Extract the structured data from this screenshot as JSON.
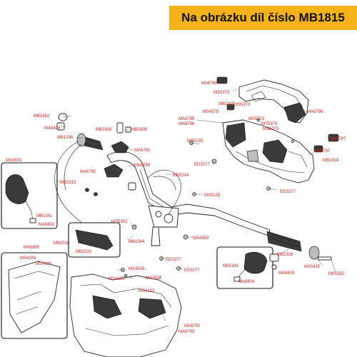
{
  "banner": {
    "text": "Na obrázku díl číslo MB1815",
    "color": "#f3b21a"
  },
  "labels": [
    "MA6786",
    "MS5373",
    "MB1815",
    "MS5373",
    "MS4378",
    "MA6798",
    "MA6795",
    "MA6796",
    "MS5373",
    "MS5373",
    "MS5373",
    "MA6787",
    "MB1652",
    "MA5426",
    "MB1838",
    "MB1838",
    "MB1336",
    "MA6791",
    "MS5135",
    "MA6797",
    "MB1818",
    "MA6801",
    "MA6790",
    "MB2314",
    "ED3277",
    "ED3277",
    "MA6789",
    "MB2313",
    "MS5135",
    "MB1341",
    "MA6802",
    "MS5152",
    "MB2316",
    "MB1544",
    "MB2315",
    "MS4359",
    "MA6800",
    "MS4193",
    "MS4193",
    "MB1328",
    "ED3277",
    "MA3538",
    "MB1341",
    "MS4193",
    "MA3538",
    "ED3277",
    "MA6803",
    "MA5425",
    "MS4193",
    "MA6804",
    "MB1652",
    "MA6792",
    "MA6793"
  ]
}
